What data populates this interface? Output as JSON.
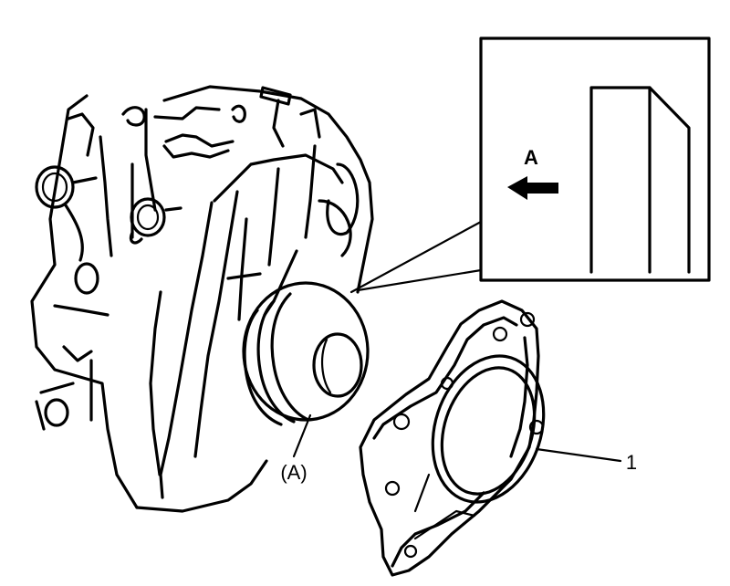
{
  "labels": {
    "view_arrow": "A",
    "part_callout": "(A)",
    "leader_number": "1"
  },
  "colors": {
    "ink": "#000000",
    "paper": "#ffffff"
  }
}
